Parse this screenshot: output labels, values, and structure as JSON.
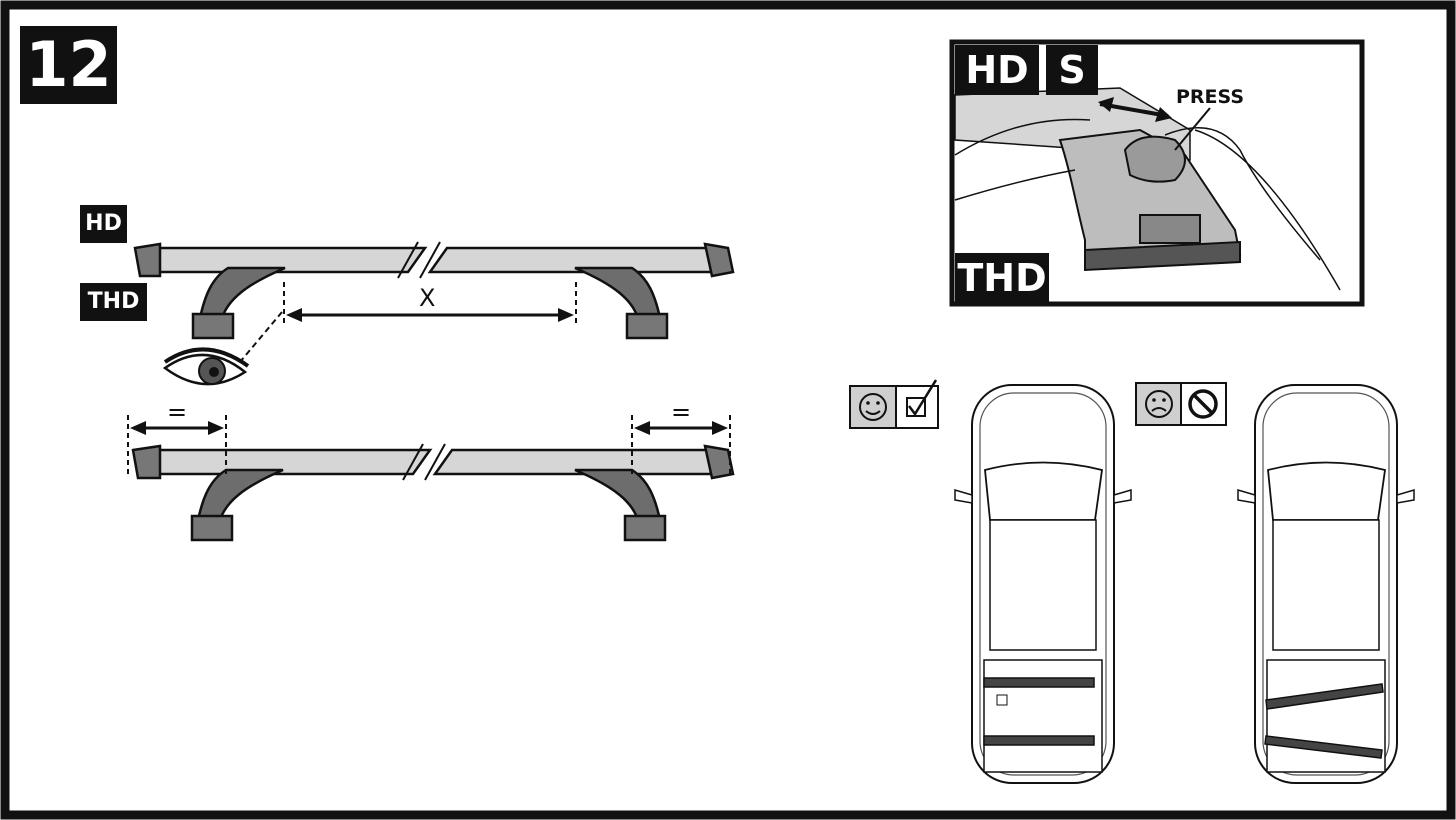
{
  "step": {
    "number": "12"
  },
  "bar_labels": {
    "hd": "HD",
    "thd": "THD"
  },
  "measure": {
    "distance": "X",
    "equal_left": "=",
    "equal_right": "="
  },
  "inset": {
    "label_hd": "HD",
    "label_s": "S",
    "label_thd": "THD",
    "press": "PRESS"
  },
  "indicators": {
    "correct": {
      "face": "smiley-face-icon",
      "mark": "checkbox-checked-icon"
    },
    "incorrect": {
      "face": "sad-face-icon",
      "mark": "prohibited-icon"
    }
  },
  "colors": {
    "frame": "#111111",
    "bar": "#d6d6d6",
    "foot": "#6d6d6d",
    "panel": "#cfcfcf"
  }
}
